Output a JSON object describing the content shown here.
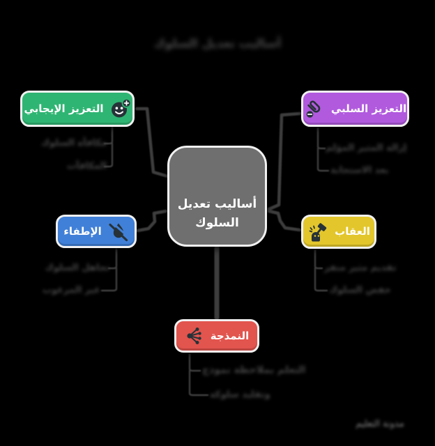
{
  "background_color": "#000000",
  "connector_color": "#3d3d3d",
  "title": {
    "text": "أساليب تعديل السلوك",
    "redacted": true
  },
  "center_node": {
    "label": "أساليب تعديل\nالسلوك",
    "line1": "أساليب تعديل",
    "line2": "السلوك",
    "color": "#6f6f6f"
  },
  "nodes": [
    {
      "id": "positive-reinforcement",
      "label": "التعزيز الإيجابي",
      "color": "#2fb573",
      "icon": "smiley-plus-icon",
      "children": [
        {
          "text": "مكافأة السلوك",
          "redacted": true
        },
        {
          "text": "المكافآت",
          "redacted": true
        }
      ]
    },
    {
      "id": "negative-reinforcement",
      "label": "التعزيز السلبي",
      "color": "#b15ade",
      "icon": "paperclip-minus-icon",
      "children": [
        {
          "text": "إزالة المثير المؤلم",
          "redacted": true
        },
        {
          "text": "بعد الاستجابة",
          "redacted": true
        }
      ]
    },
    {
      "id": "extinction",
      "label": "الإطفاء",
      "color": "#4080d8",
      "icon": "flame-off-icon",
      "children": [
        {
          "text": "تجاهل السلوك",
          "redacted": true
        },
        {
          "text": "غير المرغوب",
          "redacted": true
        }
      ]
    },
    {
      "id": "punishment",
      "label": "العقاب",
      "color": "#e3c62b",
      "icon": "gavel-hit-icon",
      "children": [
        {
          "text": "تقديم مثير منفر",
          "redacted": true
        },
        {
          "text": "خفض السلوك",
          "redacted": true
        }
      ]
    },
    {
      "id": "modeling",
      "label": "النمذجة",
      "color": "#e2544e",
      "icon": "share-hub-icon",
      "children": [
        {
          "text": "التعلم بملاحظة نموذج",
          "redacted": true
        },
        {
          "text": "وتقليد سلوكه",
          "redacted": true
        }
      ]
    }
  ],
  "watermark": {
    "text": "مدونة التعليم",
    "redacted": true
  }
}
